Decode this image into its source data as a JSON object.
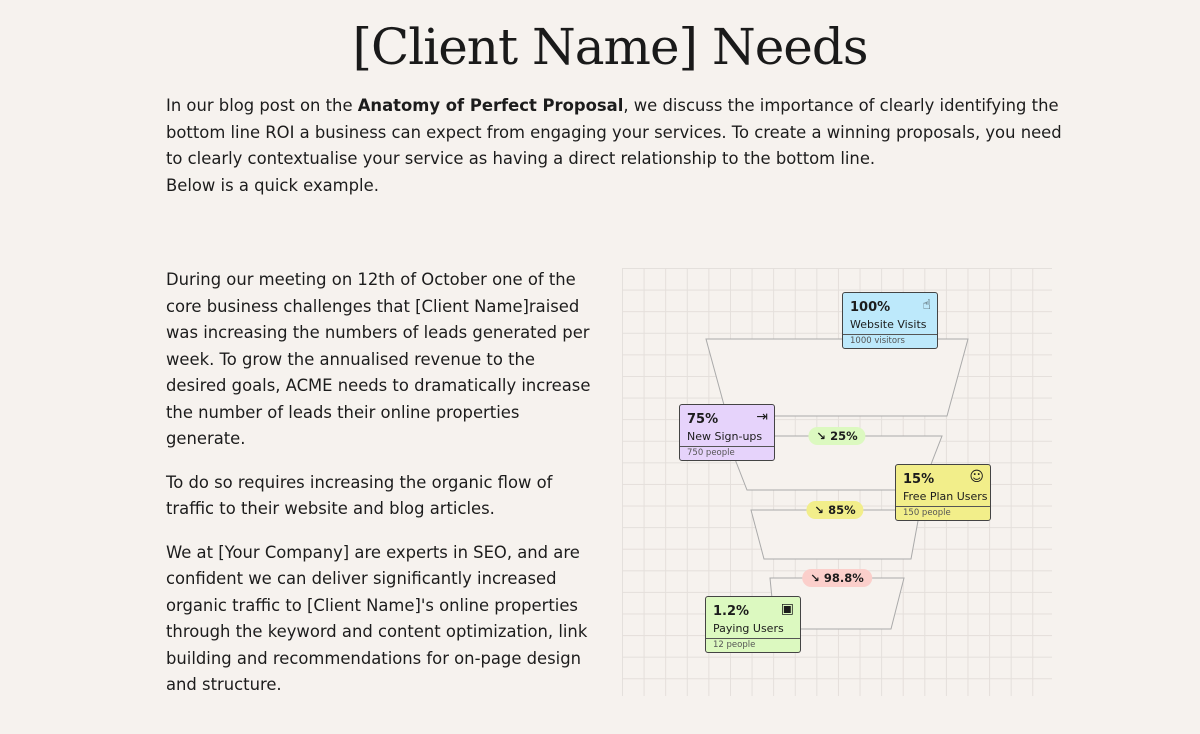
{
  "title": "[Client Name] Needs",
  "intro": {
    "pre": "In our blog post on the ",
    "bold": "Anatomy of Perfect Proposal",
    "post": ", we discuss the importance of clearly identifying the bottom line ROI a business can expect from engaging your services. To create a winning proposals, you need to clearly contextualise your service as having a direct relationship to the bottom line.",
    "line2": "Below is a quick example."
  },
  "body": [
    "During our meeting on 12th of October one of the core business challenges that [Client Name]raised was increasing the numbers of leads generated per week. To grow the annualised revenue to the desired goals, ACME needs to dramatically increase the number of leads their online properties generate.",
    "To do so requires increasing the organic flow of traffic to their website and blog articles.",
    "We at [Your Company] are experts in SEO, and are confident we can deliver significantly increased organic traffic to [Client Name]'s online properties through the keyword and content optimization, link building and recommendations for on-page design and structure."
  ],
  "funnel": {
    "stages": [
      {
        "pct": "100%",
        "label": "Website Visits",
        "footer": "1000 visitors",
        "icon": "pointer-hand-icon",
        "color": "#bde9fb"
      },
      {
        "pct": "75%",
        "label": "New Sign-ups",
        "footer": "750 people",
        "icon": "sign-in-icon",
        "color": "#e6d3fb"
      },
      {
        "pct": "15%",
        "label": "Free Plan Users",
        "footer": "150 people",
        "icon": "user-add-icon",
        "color": "#f2ee8a"
      },
      {
        "pct": "1.2%",
        "label": "Paying Users",
        "footer": "12 people",
        "icon": "banknote-icon",
        "color": "#dcf9c0"
      }
    ],
    "drops": [
      {
        "text": "25%",
        "color": "#dcf9c0"
      },
      {
        "text": "85%",
        "color": "#f2ee8a"
      },
      {
        "text": "98.8%",
        "color": "#fbcfcb"
      }
    ],
    "drop_icon": "↘"
  }
}
